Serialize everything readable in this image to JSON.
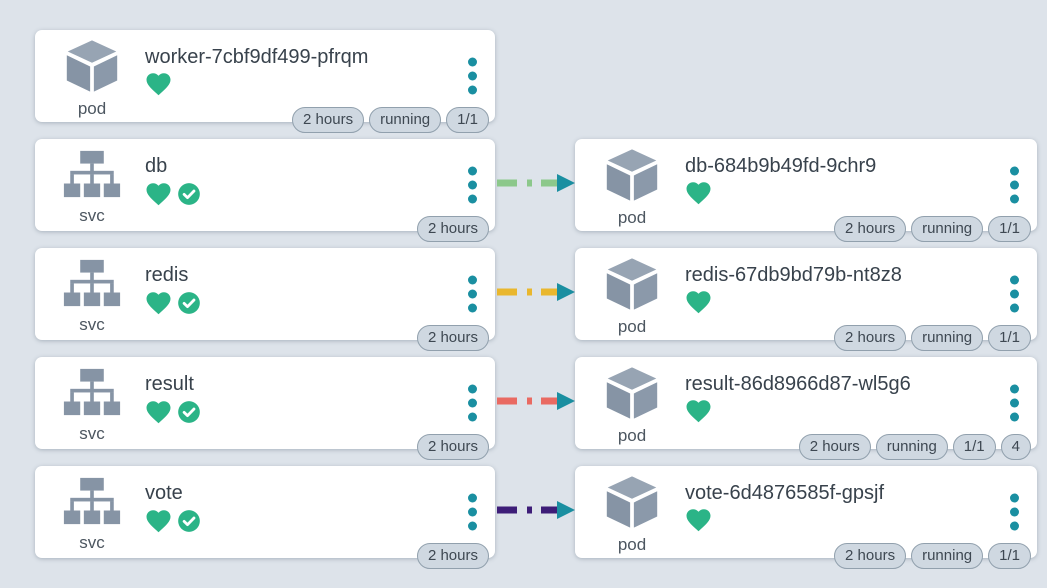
{
  "view": {
    "name": "kubernetes-topology-graph",
    "node_type_labels": {
      "pod": "pod",
      "service": "svc"
    }
  },
  "colors": {
    "background": "#dde3ea",
    "card": "#ffffff",
    "icon_grey": "#8694a5",
    "health_green": "#2bb487",
    "kebab_teal": "#1a8fa1",
    "arrow_teal": "#1a8fa1",
    "badge_bg": "#cfd8e1",
    "badge_border": "#91a0ad",
    "edge_db": "#8cc88b",
    "edge_redis": "#e9b72e",
    "edge_result": "#e96a62",
    "edge_vote": "#3d1d78"
  },
  "rows": [
    {
      "left": {
        "kind": "pod",
        "type_label": "pod",
        "title": "worker-7cbf9df499-pfrqm",
        "health_icons": [
          "heart-icon"
        ],
        "badges": {
          "age": "2 hours",
          "status": "running",
          "ready": "1/1"
        }
      }
    },
    {
      "left": {
        "kind": "svc",
        "type_label": "svc",
        "title": "db",
        "health_icons": [
          "heart-icon",
          "check-icon"
        ],
        "badges": {
          "age": "2 hours"
        }
      },
      "edge": {
        "color": "#8cc88b"
      },
      "right": {
        "kind": "pod",
        "type_label": "pod",
        "title": "db-684b9b49fd-9chr9",
        "health_icons": [
          "heart-icon"
        ],
        "badges": {
          "age": "2 hours",
          "status": "running",
          "ready": "1/1"
        }
      }
    },
    {
      "left": {
        "kind": "svc",
        "type_label": "svc",
        "title": "redis",
        "health_icons": [
          "heart-icon",
          "check-icon"
        ],
        "badges": {
          "age": "2 hours"
        }
      },
      "edge": {
        "color": "#e9b72e"
      },
      "right": {
        "kind": "pod",
        "type_label": "pod",
        "title": "redis-67db9bd79b-nt8z8",
        "health_icons": [
          "heart-icon"
        ],
        "badges": {
          "age": "2 hours",
          "status": "running",
          "ready": "1/1"
        }
      }
    },
    {
      "left": {
        "kind": "svc",
        "type_label": "svc",
        "title": "result",
        "health_icons": [
          "heart-icon",
          "check-icon"
        ],
        "badges": {
          "age": "2 hours"
        }
      },
      "edge": {
        "color": "#e96a62"
      },
      "right": {
        "kind": "pod",
        "type_label": "pod",
        "title": "result-86d8966d87-wl5g6",
        "health_icons": [
          "heart-icon"
        ],
        "badges": {
          "age": "2 hours",
          "status": "running",
          "ready": "1/1",
          "count": "4"
        }
      }
    },
    {
      "left": {
        "kind": "svc",
        "type_label": "svc",
        "title": "vote",
        "health_icons": [
          "heart-icon",
          "check-icon"
        ],
        "badges": {
          "age": "2 hours"
        }
      },
      "edge": {
        "color": "#3d1d78"
      },
      "right": {
        "kind": "pod",
        "type_label": "pod",
        "title": "vote-6d4876585f-gpsjf",
        "health_icons": [
          "heart-icon"
        ],
        "badges": {
          "age": "2 hours",
          "running": "running",
          "status": "running",
          "ready": "1/1"
        }
      }
    }
  ]
}
